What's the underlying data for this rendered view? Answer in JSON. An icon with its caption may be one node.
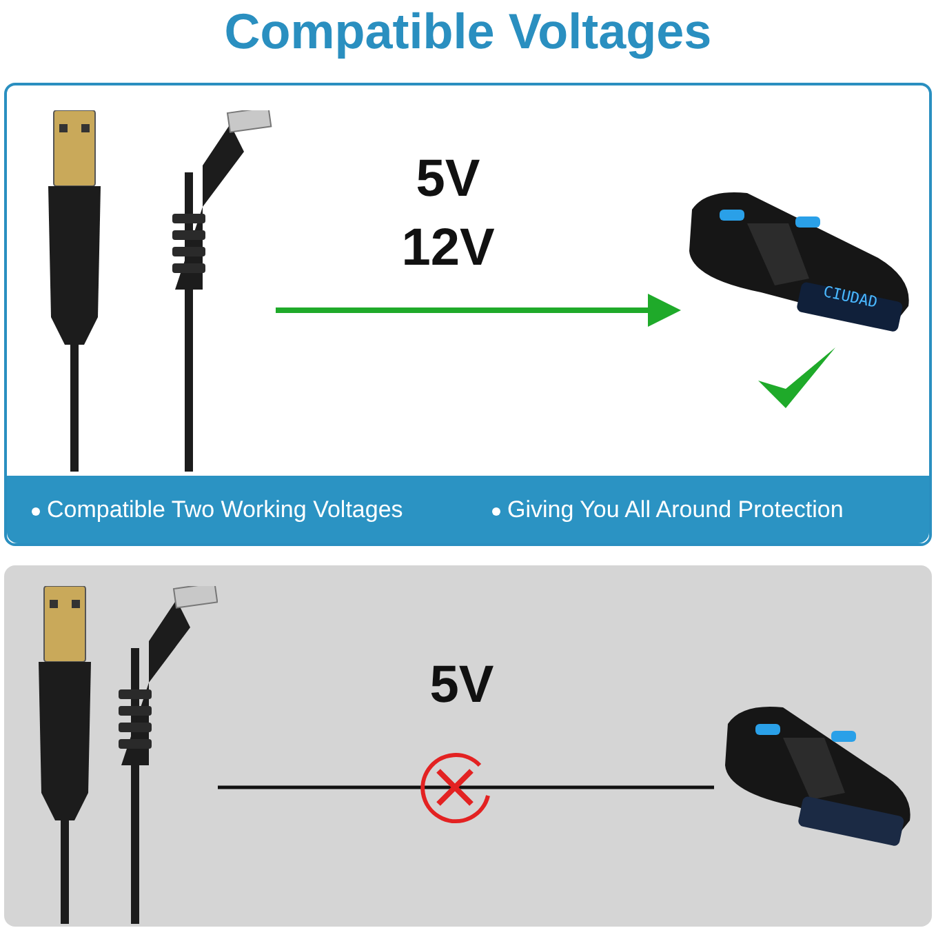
{
  "diagram": {
    "title": "Compatible Voltages",
    "nodes": [
      {
        "text": [],
        "shape": "box"
      },
      {
        "text": [],
        "shape": "picture",
        "in": 0
      },
      {
        "text": [],
        "shape": "picture",
        "in": 0
      },
      {
        "text": [
          "Compatible Two Working Voltages",
          "Giving You All Around Protection"
        ],
        "in": 0
      },
      {
        "text": [],
        "shape": "box"
      },
      {
        "text": [],
        "shape": "picture",
        "in": 4
      },
      {
        "text": [],
        "shape": "picture",
        "in": 4
      }
    ],
    "edges": [
      {
        "from": 1,
        "to": 2,
        "arrow": "to",
        "label": "5V 12V",
        "color": "#1faa2a"
      },
      {
        "from": 5,
        "to": 6,
        "arrow": "none",
        "label": "5V",
        "color": "#111111"
      }
    ],
    "labels": [
      "CIUDAD"
    ]
  }
}
